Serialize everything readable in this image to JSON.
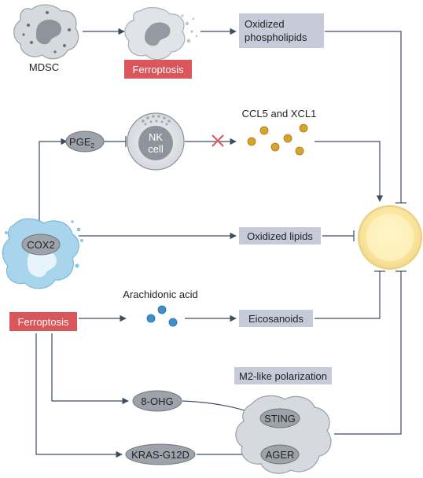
{
  "labels": {
    "mdsc": "MDSC",
    "ferroptosis_top": "Ferroptosis",
    "oxidized_phospholipids_line1": "Oxidized",
    "oxidized_phospholipids_line2": "phospholipids",
    "pge2": "PGE",
    "pge2_sub": "2",
    "nk_line1": "NK",
    "nk_line2": "cell",
    "ccl5_xcl1": "CCL5 and XCL1",
    "cox2": "COX2",
    "oxidized_lipids": "Oxidized lipids",
    "arachidonic_acid": "Arachidonic acid",
    "ferroptosis_left": "Ferroptosis",
    "eicosanoids": "Eicosanoids",
    "m2_polarization": "M2-like polarization",
    "ohg": "8-OHG",
    "sting": "STING",
    "kras": "KRAS-G12D",
    "ager": "AGER"
  },
  "colors": {
    "box_fill": "#c7cad9",
    "ferroptosis_fill": "#d9575a",
    "oval_fill": "#9ea3ab",
    "cancer_cell_fill": "#a8d4ec",
    "tcell_fill": "#fbe9a8",
    "ccl_dots": "#d9a32a",
    "aa_dots": "#3f8fcc",
    "arrow": "#3d4d60"
  }
}
